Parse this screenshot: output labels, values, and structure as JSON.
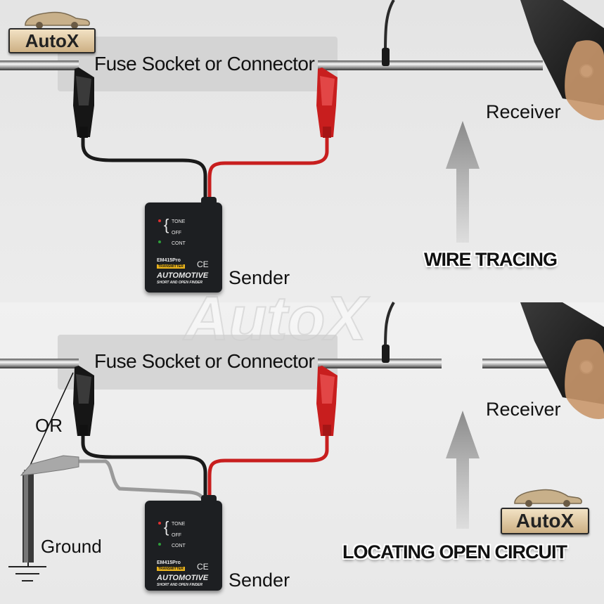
{
  "brand": {
    "logo_text": "AutoX",
    "watermark_text": "AutoX"
  },
  "colors": {
    "red_lead": "#c81e1e",
    "black_lead": "#1a1a1a",
    "ground_lead": "#9a9a9a",
    "device": "#1d1f22",
    "arrow": "#8a8a8a",
    "logo_gold": "#cdb084"
  },
  "top_panel": {
    "connector_label": "Fuse Socket or Connector",
    "receiver_label": "Receiver",
    "sender_label": "Sender",
    "mode_caption": "WIRE TRACING"
  },
  "bottom_panel": {
    "connector_label": "Fuse Socket or Connector",
    "receiver_label": "Receiver",
    "sender_label": "Sender",
    "or_label": "OR",
    "ground_label": "Ground",
    "mode_caption": "LOCATING OPEN CIRCUIT"
  },
  "sender_device": {
    "switch_labels": [
      "TONE",
      "OFF",
      "CONT"
    ],
    "model": "EM415Pro",
    "tag": "TRANSMITTER",
    "title": "AUTOMOTIVE",
    "subtitle": "SHORT AND OPEN FINDER",
    "mark": "CE"
  }
}
